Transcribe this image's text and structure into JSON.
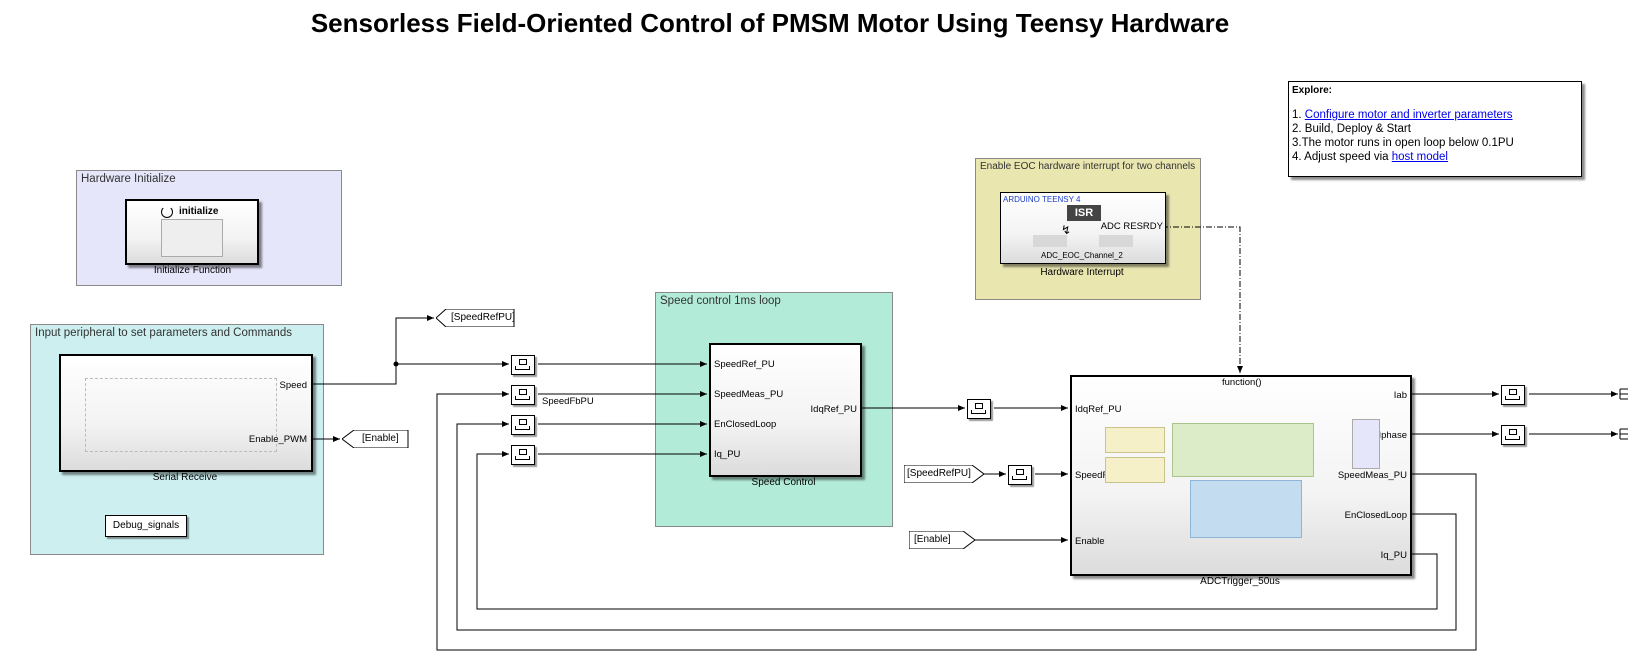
{
  "title": "Sensorless Field-Oriented Control of PMSM Motor Using Teensy Hardware",
  "areas": {
    "hw_init": "Hardware Initialize",
    "input_periph": "Input peripheral to set parameters and Commands",
    "speed_ctrl": "Speed control 1ms loop",
    "eoc": "Enable EOC hardware interrupt for two channels"
  },
  "blocks": {
    "init": {
      "icon_text": "initialize",
      "label": "Initialize Function"
    },
    "serial": {
      "label": "Serial Receive",
      "out_speed": "Speed",
      "out_enable": "Enable_PWM"
    },
    "debug": {
      "label": "Debug_signals"
    },
    "speed": {
      "label": "Speed Control",
      "in1": "SpeedRef_PU",
      "in2": "SpeedMeas_PU",
      "in3": "EnClosedLoop",
      "in4": "Iq_PU",
      "out1": "IdqRef_PU"
    },
    "hwint": {
      "label": "Hardware Interrupt",
      "board": "ARDUINO TEENSY 4",
      "isr": "ISR",
      "out": "ADC RESRDY",
      "channel": "ADC_EOC_Channel_2"
    },
    "adc": {
      "label": "ADCTrigger_50us",
      "trigger": "function()",
      "in1": "IdqRef_PU",
      "in2": "SpeedRef_PU",
      "in3": "Enable",
      "out1": "Iab",
      "out2": "Iphase",
      "out3": "SpeedMeas_PU",
      "out4": "EnClosedLoop",
      "out5": "Iq_PU"
    }
  },
  "tags": {
    "goto_speedref": "[SpeedRefPU]",
    "goto_enable": "[Enable]",
    "from_speedref": "[SpeedRefPU]",
    "from_enable": "[Enable]",
    "signal_speedfb": "SpeedFbPU"
  },
  "explore": {
    "heading": "Explore:",
    "item1_prefix": "1. ",
    "item1_link": "Configure motor and inverter parameters",
    "item2": "2. Build, Deploy & Start",
    "item3": "3.The motor runs in open loop below 0.1PU",
    "item4_prefix": "4. Adjust speed via ",
    "item4_link": "host model"
  },
  "colors": {
    "hw_init_bg": "#e6e6fa",
    "input_bg": "#cdeff0",
    "speed_bg": "#b3ebd9",
    "eoc_bg": "#e9e6b0",
    "link": "#0000ee"
  }
}
